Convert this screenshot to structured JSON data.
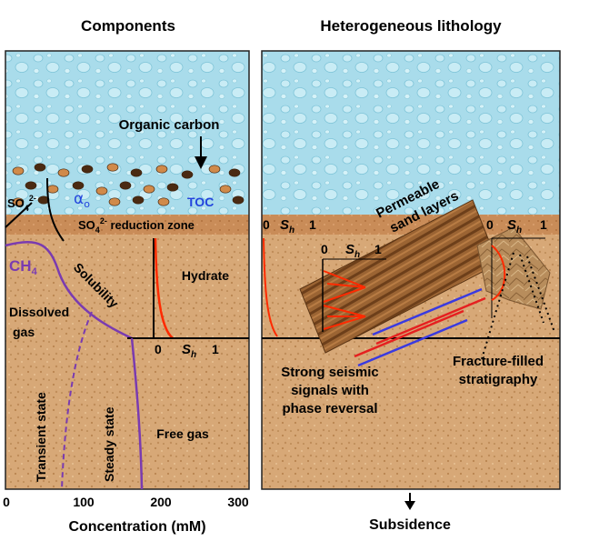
{
  "left_panel": {
    "title": "Components",
    "labels": {
      "organic_carbon": "Organic carbon",
      "so4": "SO",
      "so4_sub": "4",
      "so4_sup": "2-",
      "alpha": "α",
      "alpha_sub": "o",
      "toc": "TOC",
      "reduction_zone": "SO",
      "reduction_zone_sub": "4",
      "reduction_zone_sup": "2-",
      "reduction_zone_rest": " reduction zone",
      "ch4": "CH",
      "ch4_sub": "4",
      "solubility": "Solubility",
      "dissolved_gas_1": "Dissolved",
      "dissolved_gas_2": "gas",
      "hydrate": "Hydrate",
      "transient_state": "Transient state",
      "steady_state": "Steady state",
      "free_gas": "Free gas",
      "sh_0": "0",
      "sh_label": "S",
      "sh_sub": "h",
      "sh_1": "1"
    },
    "x_axis": {
      "ticks": [
        "0",
        "100",
        "200",
        "300"
      ],
      "label": "Concentration (mM)"
    }
  },
  "right_panel": {
    "title": "Heterogeneous lithology",
    "labels": {
      "permeable_1": "Permeable",
      "permeable_2": "sand layers",
      "seismic_1": "Strong seismic",
      "seismic_2": "signals with",
      "seismic_3": "phase reversal",
      "fracture_1": "Fracture-filled",
      "fracture_2": "stratigraphy",
      "subsidence": "Subsidence",
      "sh_0": "0",
      "sh_label": "S",
      "sh_sub": "h",
      "sh_1": "1"
    }
  },
  "colors": {
    "water": "#a9dceb",
    "sediment": "#d7a877",
    "reduction_band": "#c88b59",
    "ch4": "#7a3bb0",
    "hydrate_curve": "#ff2a00",
    "seismic_red": "#e52020",
    "seismic_blue": "#3a3ae0",
    "toc_blue": "#2244dd",
    "sand_layer": "#8a5526"
  }
}
